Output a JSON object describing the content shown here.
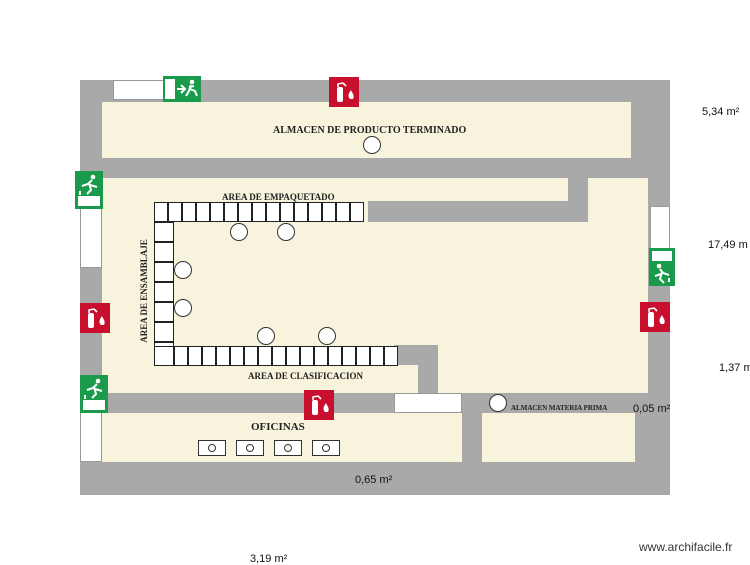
{
  "plan": {
    "rooms": {
      "terminado": "ALMACEN DE PRODUCTO TERMINADO",
      "empaquetado": "AREA DE EMPAQUETADO",
      "ensamblaje": "AREA DE ENSAMBLAJE",
      "clasificacion": "AREA DE CLASIFICACION",
      "oficinas": "OFICINAS",
      "materia_prima": "ALMACEN MATERIA PRIMA"
    },
    "areas": {
      "a1": "5,34 m²",
      "a2": "17,49 m",
      "a3": "1,37 m",
      "a4": "0,05 m²",
      "a5": "0,65 m²",
      "a6": "3,19 m²"
    },
    "watermark": "www.archifacile.fr",
    "colors": {
      "wall": "#a9a9a9",
      "floor": "#f8f3dc",
      "exit_sign": "#1a9b4b",
      "fire_sign": "#c8102e"
    },
    "icons": {
      "exit": "emergency-exit-icon",
      "fire": "fire-extinguisher-icon"
    }
  }
}
